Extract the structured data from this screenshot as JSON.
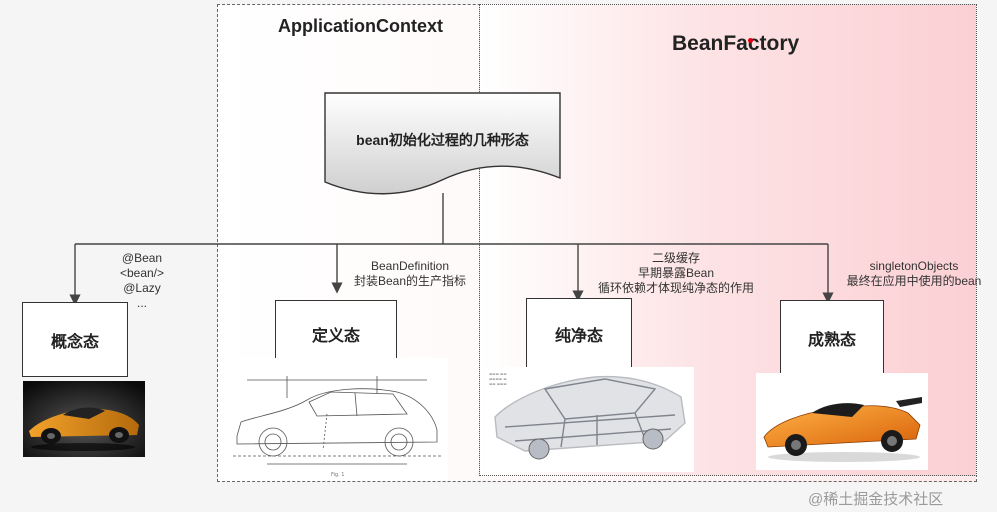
{
  "regions": {
    "application_context": "ApplicationContext",
    "bean_factory": "BeanFactory"
  },
  "root_node": {
    "label": "bean初始化过程的几种形态"
  },
  "states": [
    {
      "name": "概念态",
      "annotation": [
        "@Bean",
        "<bean/>",
        "@Lazy",
        "..."
      ]
    },
    {
      "name": "定义态",
      "annotation": [
        "BeanDefinition",
        "封装Bean的生产指标"
      ]
    },
    {
      "name": "纯净态",
      "annotation": [
        "二级缓存",
        "早期暴露Bean",
        "循环依赖才体现纯净态的作用"
      ]
    },
    {
      "name": "成熟态",
      "annotation": [
        "singletonObjects",
        "最终在应用中使用的bean"
      ]
    }
  ],
  "watermark": "@稀土掘金技术社区",
  "colors": {
    "accent_dot": "#e60012",
    "bean_factory_tint": "#fbd0d4",
    "car_orange": "#f08a1c",
    "body_in_white": "#b8bcc4"
  }
}
